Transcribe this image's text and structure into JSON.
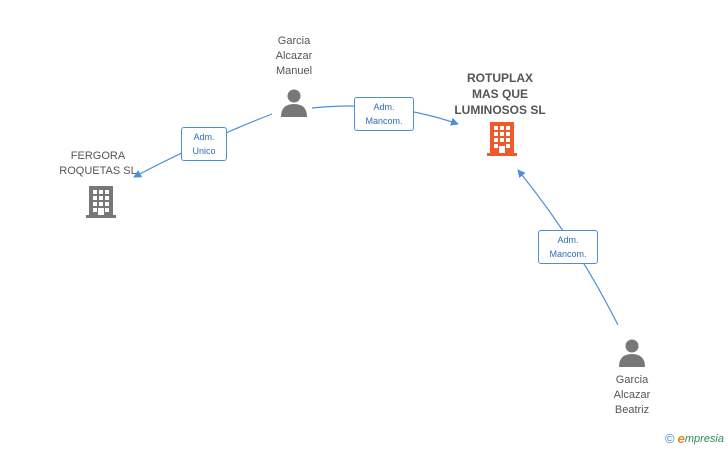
{
  "nodes": {
    "person_manuel": {
      "label": "Garcia\nAlcazar\nManuel",
      "icon": "person-icon"
    },
    "person_beatriz": {
      "label": "Garcia\nAlcazar\nBeatriz",
      "icon": "person-icon"
    },
    "company_rotuplax": {
      "label": "ROTUPLAX\nMAS QUE\nLUMINOSOS SL",
      "icon": "building-icon"
    },
    "company_fergora": {
      "label": "FERGORA\nROQUETAS SL",
      "icon": "building-icon"
    }
  },
  "edges": {
    "manuel_rotuplax": {
      "label": "Adm.\nMancom."
    },
    "manuel_fergora": {
      "label": "Adm.\nUnico"
    },
    "beatriz_rotuplax": {
      "label": "Adm.\nMancom."
    }
  },
  "colors": {
    "edge": "#4a90d9",
    "person": "#777777",
    "company_main": "#f05a2a",
    "company_other": "#777777"
  },
  "footer": {
    "copyright": "©",
    "brand_initial": "e",
    "brand_rest": "mpresia"
  }
}
